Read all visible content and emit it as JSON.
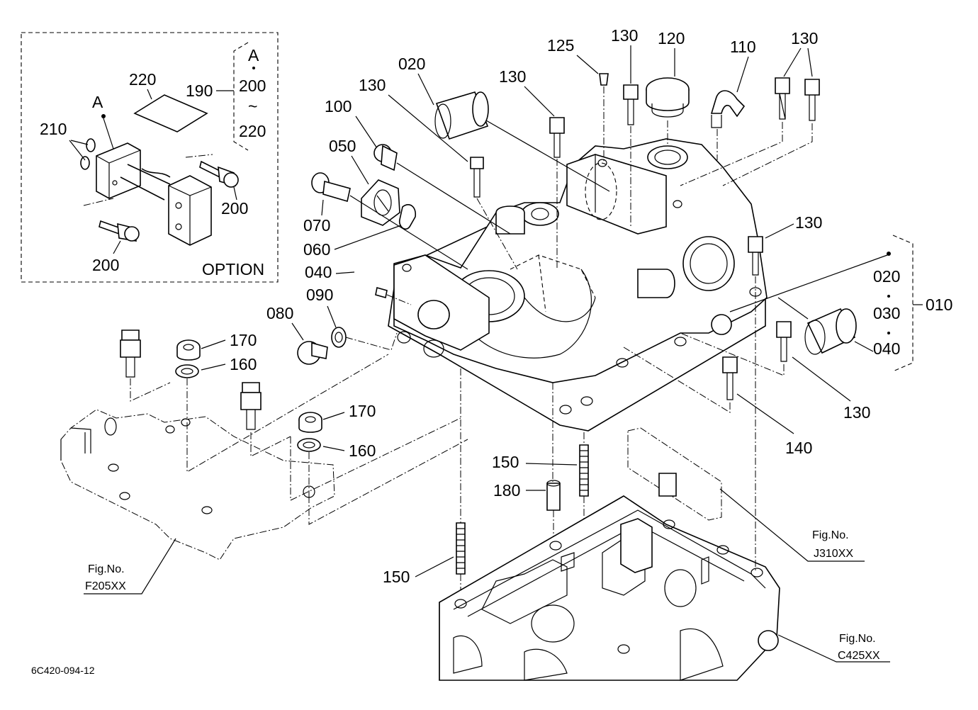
{
  "labels": {
    "p020a": "020",
    "p130a": "130",
    "p130b": "130",
    "p125": "125",
    "p130c": "130",
    "p120": "120",
    "p110": "110",
    "p130d": "130",
    "p100": "100",
    "p050": "050",
    "p070": "070",
    "p060": "060",
    "p040": "040",
    "p090": "090",
    "p080": "080",
    "p130e": "130",
    "p130f": "130",
    "p140": "140",
    "p150a": "150",
    "p180": "180",
    "p150b": "150",
    "p170a": "170",
    "p160a": "160",
    "p170b": "170",
    "p160b": "160",
    "p010": "010",
    "k020": "020",
    "k030": "030",
    "k040": "040"
  },
  "option": {
    "title": "OPTION",
    "a_mark": "A",
    "a_range_top": "A",
    "a_range_mid": "200",
    "a_range_tilde": "~",
    "a_range_bot": "220",
    "p190": "190",
    "p220": "220",
    "p210": "210",
    "p200a": "200",
    "p200b": "200"
  },
  "refs": {
    "fig_label": "Fig.No.",
    "f205": "F205XX",
    "j310": "J310XX",
    "c425": "C425XX"
  },
  "footer_code": "6C420-094-12"
}
